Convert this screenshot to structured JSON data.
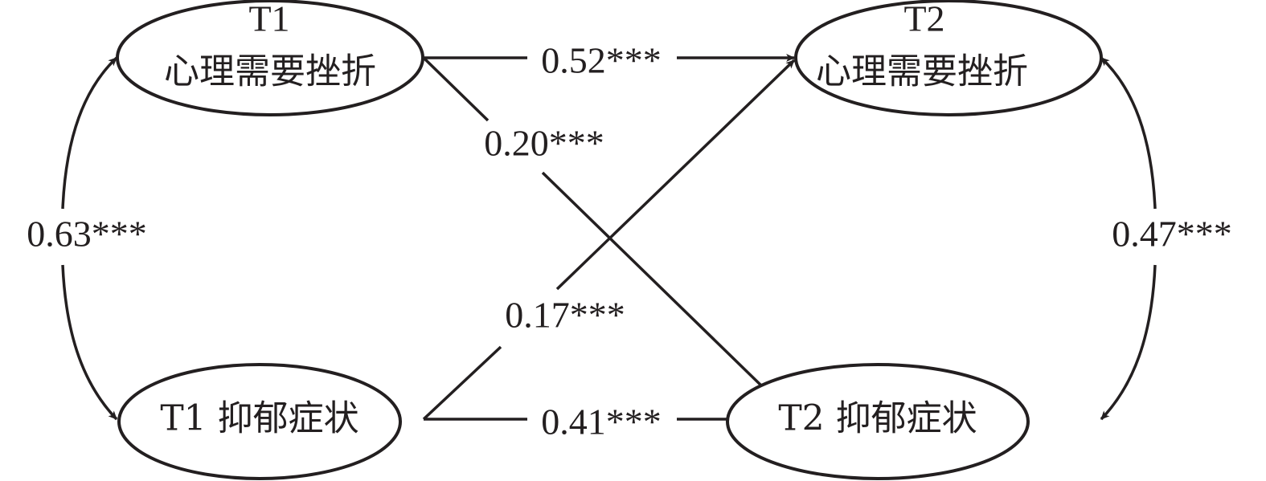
{
  "diagram": {
    "type": "cross-lagged panel model",
    "nodes": [
      {
        "id": "t1_frustration",
        "line1": "T1",
        "line2": "心理需要挫折"
      },
      {
        "id": "t2_frustration",
        "line1": "T2",
        "line2": "心理需要挫折"
      },
      {
        "id": "t1_depression",
        "line1": "T1 抑郁症状"
      },
      {
        "id": "t2_depression",
        "line1": "T2 抑郁症状"
      }
    ],
    "paths": [
      {
        "from": "t1_frustration",
        "to": "t2_frustration",
        "kind": "autoregressive",
        "label": "0.52***"
      },
      {
        "from": "t1_depression",
        "to": "t2_depression",
        "kind": "autoregressive",
        "label": "0.41***"
      },
      {
        "from": "t1_frustration",
        "to": "t2_depression",
        "kind": "cross-lagged",
        "label": "0.20***"
      },
      {
        "from": "t1_depression",
        "to": "t2_frustration",
        "kind": "cross-lagged",
        "label": "0.17***"
      },
      {
        "from": "t1_frustration",
        "to": "t1_depression",
        "kind": "covariance",
        "label": "0.63***"
      },
      {
        "from": "t2_frustration",
        "to": "t2_depression",
        "kind": "covariance",
        "label": "0.47***"
      }
    ]
  }
}
